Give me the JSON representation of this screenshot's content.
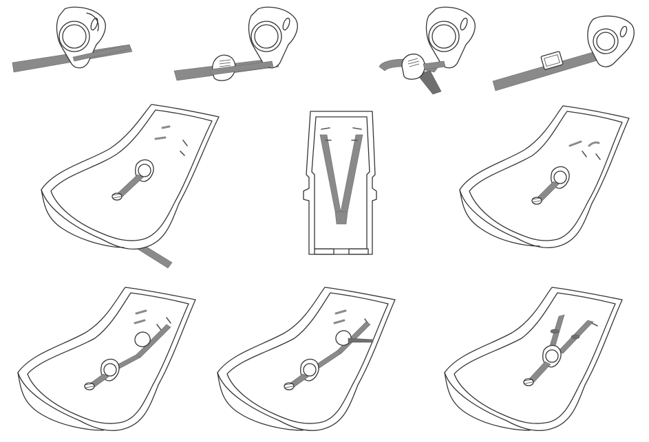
{
  "figure": {
    "kind": "assembly-instructions",
    "stroke_color": "#333333",
    "strap_color": "#8a8a8a",
    "background": "#ffffff",
    "panels": [
      {
        "id": "buckle-step-1",
        "icon": "buckle-with-strap"
      },
      {
        "id": "buckle-step-2",
        "icon": "buckle-strap-adjuster"
      },
      {
        "id": "buckle-step-3",
        "icon": "buckle-strap-loop"
      },
      {
        "id": "buckle-step-4",
        "icon": "buckle-strap-threaded"
      },
      {
        "id": "seat-step-1",
        "icon": "seat-crotch-strap-through"
      },
      {
        "id": "seat-step-2",
        "icon": "seat-shell-rear-harness"
      },
      {
        "id": "seat-step-3",
        "icon": "seat-shoulder-slots"
      },
      {
        "id": "seat-step-4",
        "icon": "seat-left-shoulder-strap"
      },
      {
        "id": "seat-step-5",
        "icon": "seat-right-shoulder-strap"
      },
      {
        "id": "seat-step-6",
        "icon": "seat-harness-complete"
      }
    ]
  }
}
